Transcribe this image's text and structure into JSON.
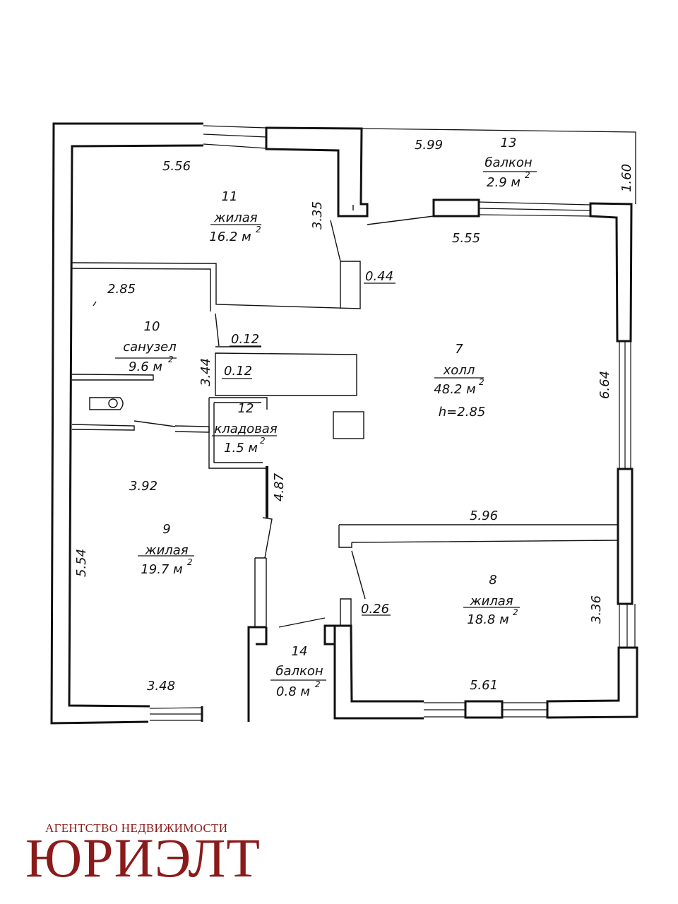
{
  "rooms": [
    {
      "id": "r11",
      "number": "11",
      "name": "жилая",
      "area": "16.2 м",
      "sup": "2"
    },
    {
      "id": "r13",
      "number": "13",
      "name": "балкон",
      "area": "2.9 м",
      "sup": "2"
    },
    {
      "id": "r10",
      "number": "10",
      "name": "санузел",
      "area": "9.6 м",
      "sup": "2"
    },
    {
      "id": "r7",
      "number": "7",
      "name": "холл",
      "area": "48.2 м",
      "sup": "2",
      "height": "h=2.85"
    },
    {
      "id": "r12",
      "number": "12",
      "name": "кладовая",
      "area": "1.5 м",
      "sup": "2"
    },
    {
      "id": "r9",
      "number": "9",
      "name": "жилая",
      "area": "19.7 м",
      "sup": "2"
    },
    {
      "id": "r8",
      "number": "8",
      "name": "жилая",
      "area": "18.8 м",
      "sup": "2"
    },
    {
      "id": "r14",
      "number": "14",
      "name": "балкон",
      "area": "0.8 м",
      "sup": "2"
    }
  ],
  "dimensions": {
    "d_556": "5.56",
    "d_599": "5.99",
    "d_160": "1.60",
    "d_335": "3.35",
    "d_555": "5.55",
    "d_044": "0.44",
    "d_285": "2.85",
    "d_012a": "0.12",
    "d_012b": "0.12",
    "d_344": "3.44",
    "d_664": "6.64",
    "d_392": "3.92",
    "d_487": "4.87",
    "d_596": "5.96",
    "d_554": "5.54",
    "d_026": "0.26",
    "d_336": "3.36",
    "d_348": "3.48",
    "d_561": "5.61"
  },
  "logo": {
    "subtitle": "АГЕНТСТВО НЕДВИЖИМОСТИ",
    "name": "ЮРИЭЛТ",
    "color": "#8b1a1a"
  }
}
